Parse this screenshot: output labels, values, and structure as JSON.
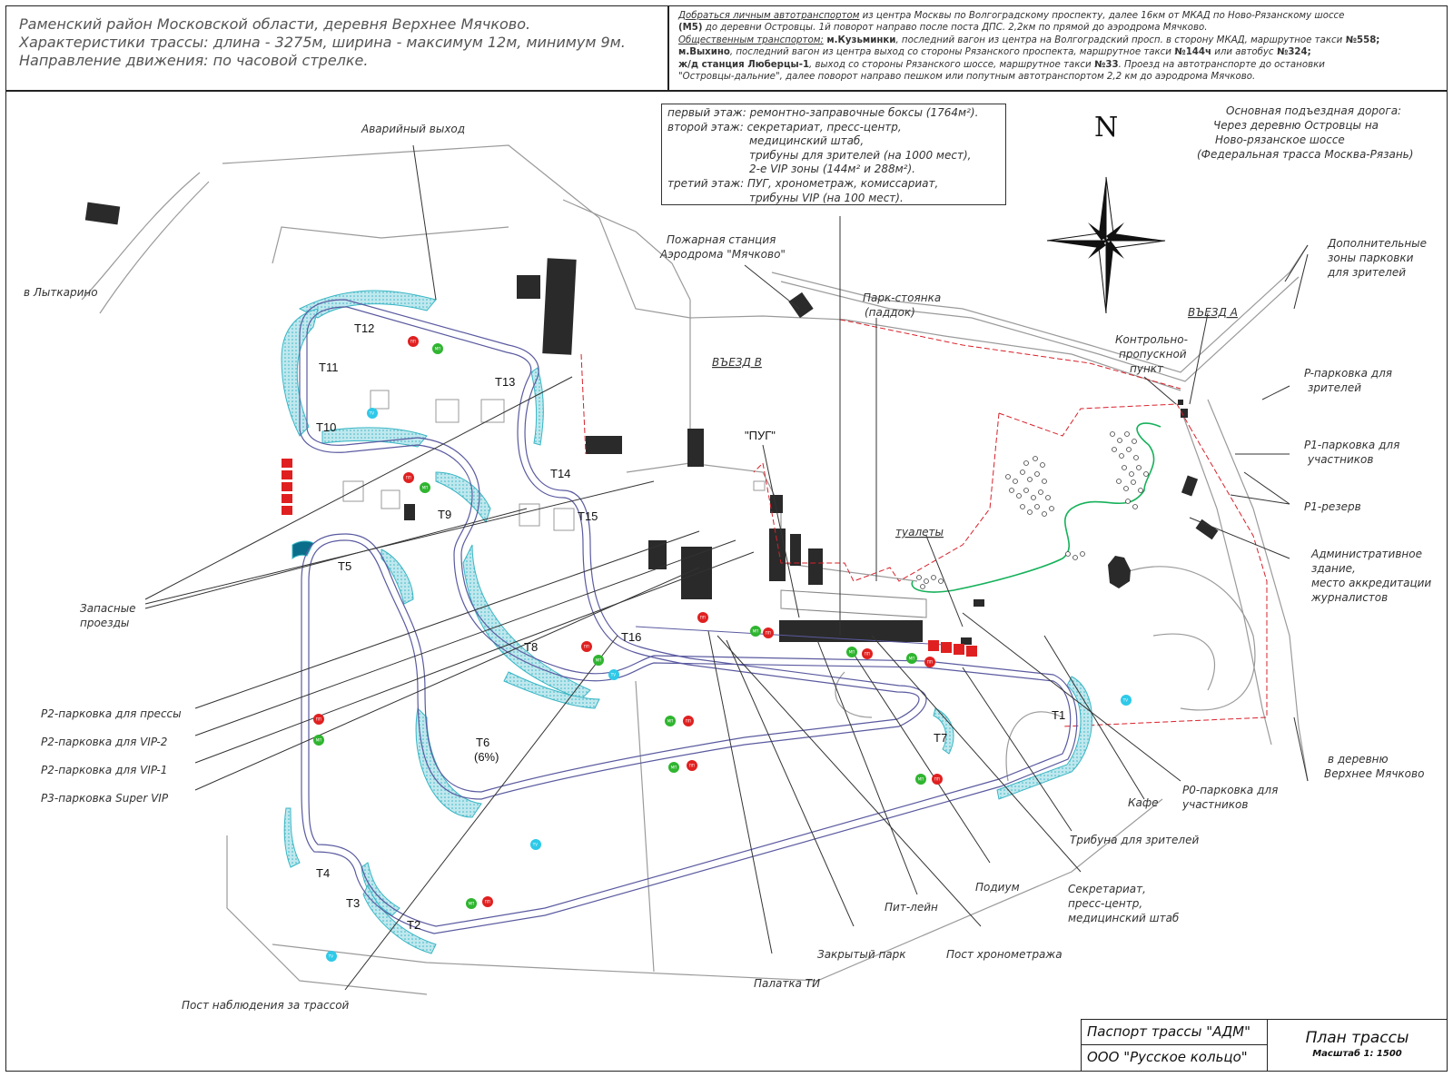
{
  "header_left": {
    "line1": "Раменский район Московской области, деревня Верхнее Мячково.",
    "line2": "Характеристики трассы: длина - 3275м, ширина - максимум 12м, минимум 9м.",
    "line3": "Направление движения: по часовой стрелке."
  },
  "header_right": {
    "p1_link": "Добраться личным автотранспортом",
    "p1_text": " из центра Москвы по Волгоградскому проспекту, далее 16км от МКАД по Ново-Рязанскому шоссе",
    "p1_m5": "(М5)",
    "p1_text2": " до деревни Островцы. 1й поворот направо после поста ДПС. 2,2км по прямой до аэродрома Мячково.",
    "p2_link": "Общественным транспортом:",
    "p2_station1": " м.Кузьминки",
    "p2_text1": ", последний вагон из центра на Волгоградский просп. в сторону МКАД, маршрутное такси",
    "p2_num1": " №558;",
    "p3_station": "м.Выхино",
    "p3_text": ", последний вагон из центра выход со стороны Рязанского проспекта, маршрутное такси",
    "p3_num1": " №144ч",
    "p3_text2": " или автобус",
    "p3_num2": " №324;",
    "p4_station": "ж/д станция Люберцы-1",
    "p4_text": ", выход со стороны Рязанского шоссе, маршрутное такси",
    "p4_num": " №33",
    "p4_text2": ". Проезд на автотранспорте до остановки",
    "p5_text": "\"Островцы-дальние\", далее поворот направо пешком или попутным автотранспортом 2,2 км до аэродрома Мячково."
  },
  "info_box": {
    "row1_floor": "первый этаж:",
    "row1_text": " ремонтно-заправочные боксы (1764м²).",
    "row2_floor": "второй этаж:",
    "row2_text": " секретариат, пресс-центр,",
    "row3_text": "медицинский штаб,",
    "row4_text": "трибуны для зрителей (на 1000 мест),",
    "row5_text": "2-е VIP зоны (144м² и 288м²).",
    "row6_floor": "третий этаж:",
    "row6_text": " ПУГ, хронометраж, комиссариат,",
    "row7_text": "трибуны VIP (на 100 мест)."
  },
  "compass": {
    "letter": "N"
  },
  "turns": [
    "T1",
    "T2",
    "T3",
    "T4",
    "T5",
    "T6",
    "T7",
    "T8",
    "T9",
    "T10",
    "T11",
    "T12",
    "T13",
    "T14",
    "T15",
    "T16"
  ],
  "turn6_grade": "(6%)",
  "labels": {
    "emergency_exit": "Аварийный выход",
    "to_lytkarino": "в Лыткарино",
    "spare_line1": "Запасные",
    "spare_line2": "проезды",
    "p2_press": "P2-парковка для прессы",
    "p2_vip2": "P2-парковка для VIP-2",
    "p2_vip1": "P2-парковка для VIP-1",
    "p3_supervip": "P3-парковка Super VIP",
    "observation_post": "Пост наблюдения за трассой",
    "fire_line1": "Пожарная станция",
    "fire_line2": "Аэродрома \"Мячково\"",
    "park_line1": "Парк-стоянка",
    "park_line2": "(паддок)",
    "entry_b": "ВЪЕЗД В",
    "pug": "\"ПУГ\"",
    "toilets": "туалеты",
    "main_road_1": "Основная подъездная дорога:",
    "main_road_2": "Через деревню Островцы на",
    "main_road_3": "Ново-рязанское шоссе",
    "main_road_4": "(Федеральная трасса Москва-Рязань)",
    "extra_1": "Дополнительные",
    "extra_2": "зоны парковки",
    "extra_3": "для зрителей",
    "entry_a": "ВЪЕЗД А",
    "checkpoint_1": "Контрольно-",
    "checkpoint_2": "пропускной",
    "checkpoint_3": "пункт",
    "p_spect_1": "P-парковка для",
    "p_spect_2": "зрителей",
    "p1_part_1": "P1-парковка для",
    "p1_part_2": "участников",
    "p1_reserve": "P1-резерв",
    "admin_1": "Административное",
    "admin_2": "здание,",
    "admin_3": "место аккредитации",
    "admin_4": "журналистов",
    "to_village_1": "в деревню",
    "to_village_2": "Верхнее Мячково",
    "p0_1": "P0-парковка для",
    "p0_2": "участников",
    "cafe": "Кафе",
    "tribune": "Трибуна для зрителей",
    "secretariat_1": "Секретариат,",
    "secretariat_2": "пресс-центр,",
    "secretariat_3": "медицинский штаб",
    "podium": "Подиум",
    "pit_lane": "Пит-лейн",
    "timing_post": "Пост хронометража",
    "closed_park": "Закрытый парк",
    "tent": "Палатка ТИ"
  },
  "marker_labels": {
    "red": "ПП",
    "green": "МП",
    "cyan": "TV"
  },
  "colors": {
    "track": "#39b6c4",
    "marker_red": "#e02020",
    "marker_green": "#2fb52f",
    "marker_cyan": "#2ec9e8",
    "boundary": "#d8202a",
    "green_path": "#16b15a"
  },
  "title_block": {
    "passport": "Паспорт трассы \"АДМ\"",
    "company": "ООО \"Русское кольцо\"",
    "plan": "План трассы",
    "scale": "Масштаб 1: 1500"
  }
}
